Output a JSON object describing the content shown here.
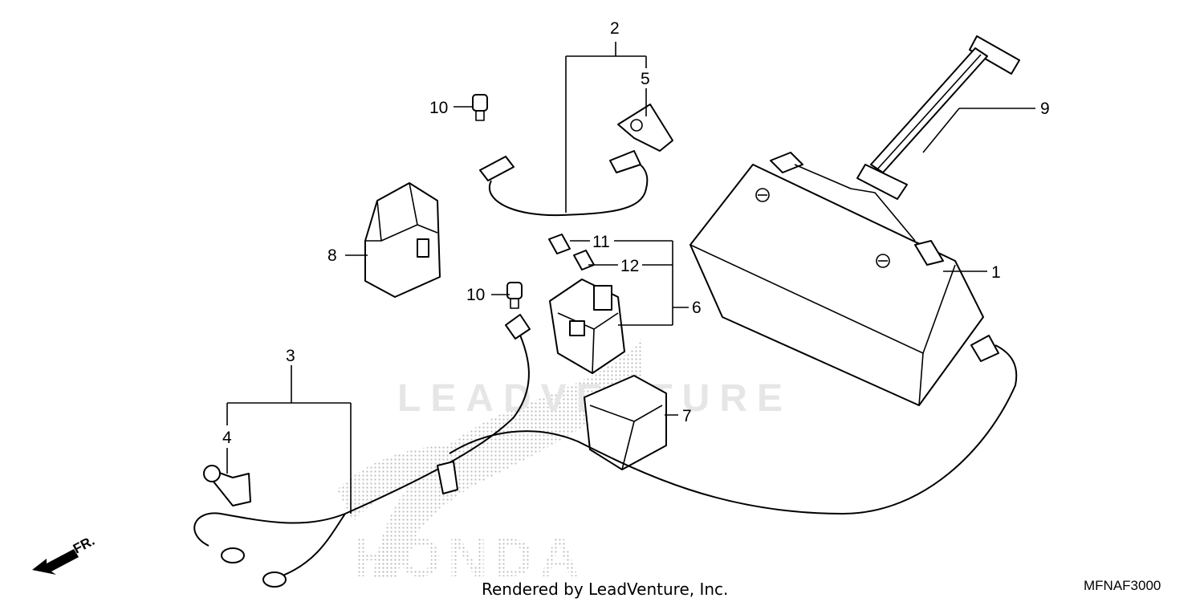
{
  "watermark": {
    "brand_text": "LEADVENTURE",
    "logo_text": "HONDA"
  },
  "callouts": [
    "1",
    "2",
    "3",
    "4",
    "5",
    "6",
    "7",
    "8",
    "9",
    "10",
    "10",
    "11",
    "12"
  ],
  "direction_label": "FR.",
  "footer": {
    "rendered_by": "Rendered by LeadVenture, Inc.",
    "diagram_code": "MFNAF3000"
  },
  "colors": {
    "line": "#000000",
    "background": "#ffffff",
    "watermark": "#e6e6e6"
  }
}
